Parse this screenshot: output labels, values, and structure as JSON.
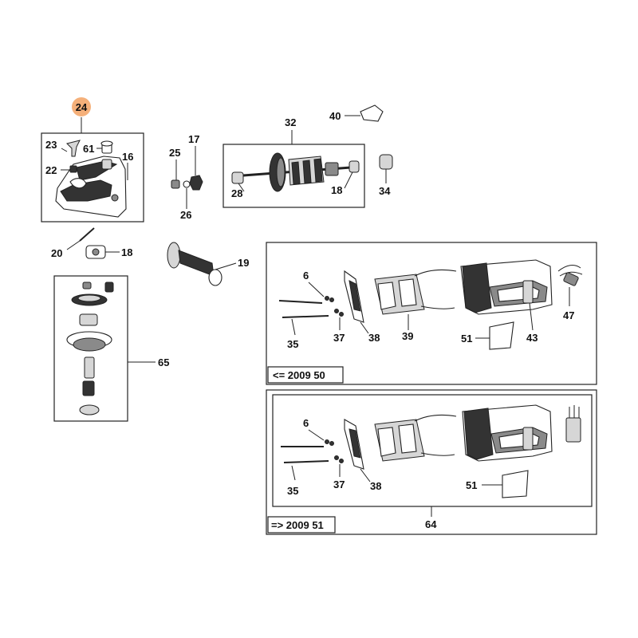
{
  "diagram": {
    "highlight_label": "24",
    "highlight_color": "#f5b07a",
    "labels": {
      "p23": "23",
      "p61": "61",
      "p16": "16",
      "p22": "22",
      "p25": "25",
      "p17": "17",
      "p26": "26",
      "p32": "32",
      "p28": "28",
      "p18a": "18",
      "p34": "34",
      "p40": "40",
      "p20": "20",
      "p18b": "18",
      "p19": "19",
      "p65": "65",
      "p6a": "6",
      "p35a": "35",
      "p37a": "37",
      "p38a": "38",
      "p39": "39",
      "p51a": "51",
      "p43": "43",
      "p47": "47",
      "p6b": "6",
      "p35b": "35",
      "p37b": "37",
      "p38b": "38",
      "p51b": "51",
      "p64": "64"
    },
    "version_top": "<= 2009 50",
    "version_bottom": "=> 2009 51"
  }
}
